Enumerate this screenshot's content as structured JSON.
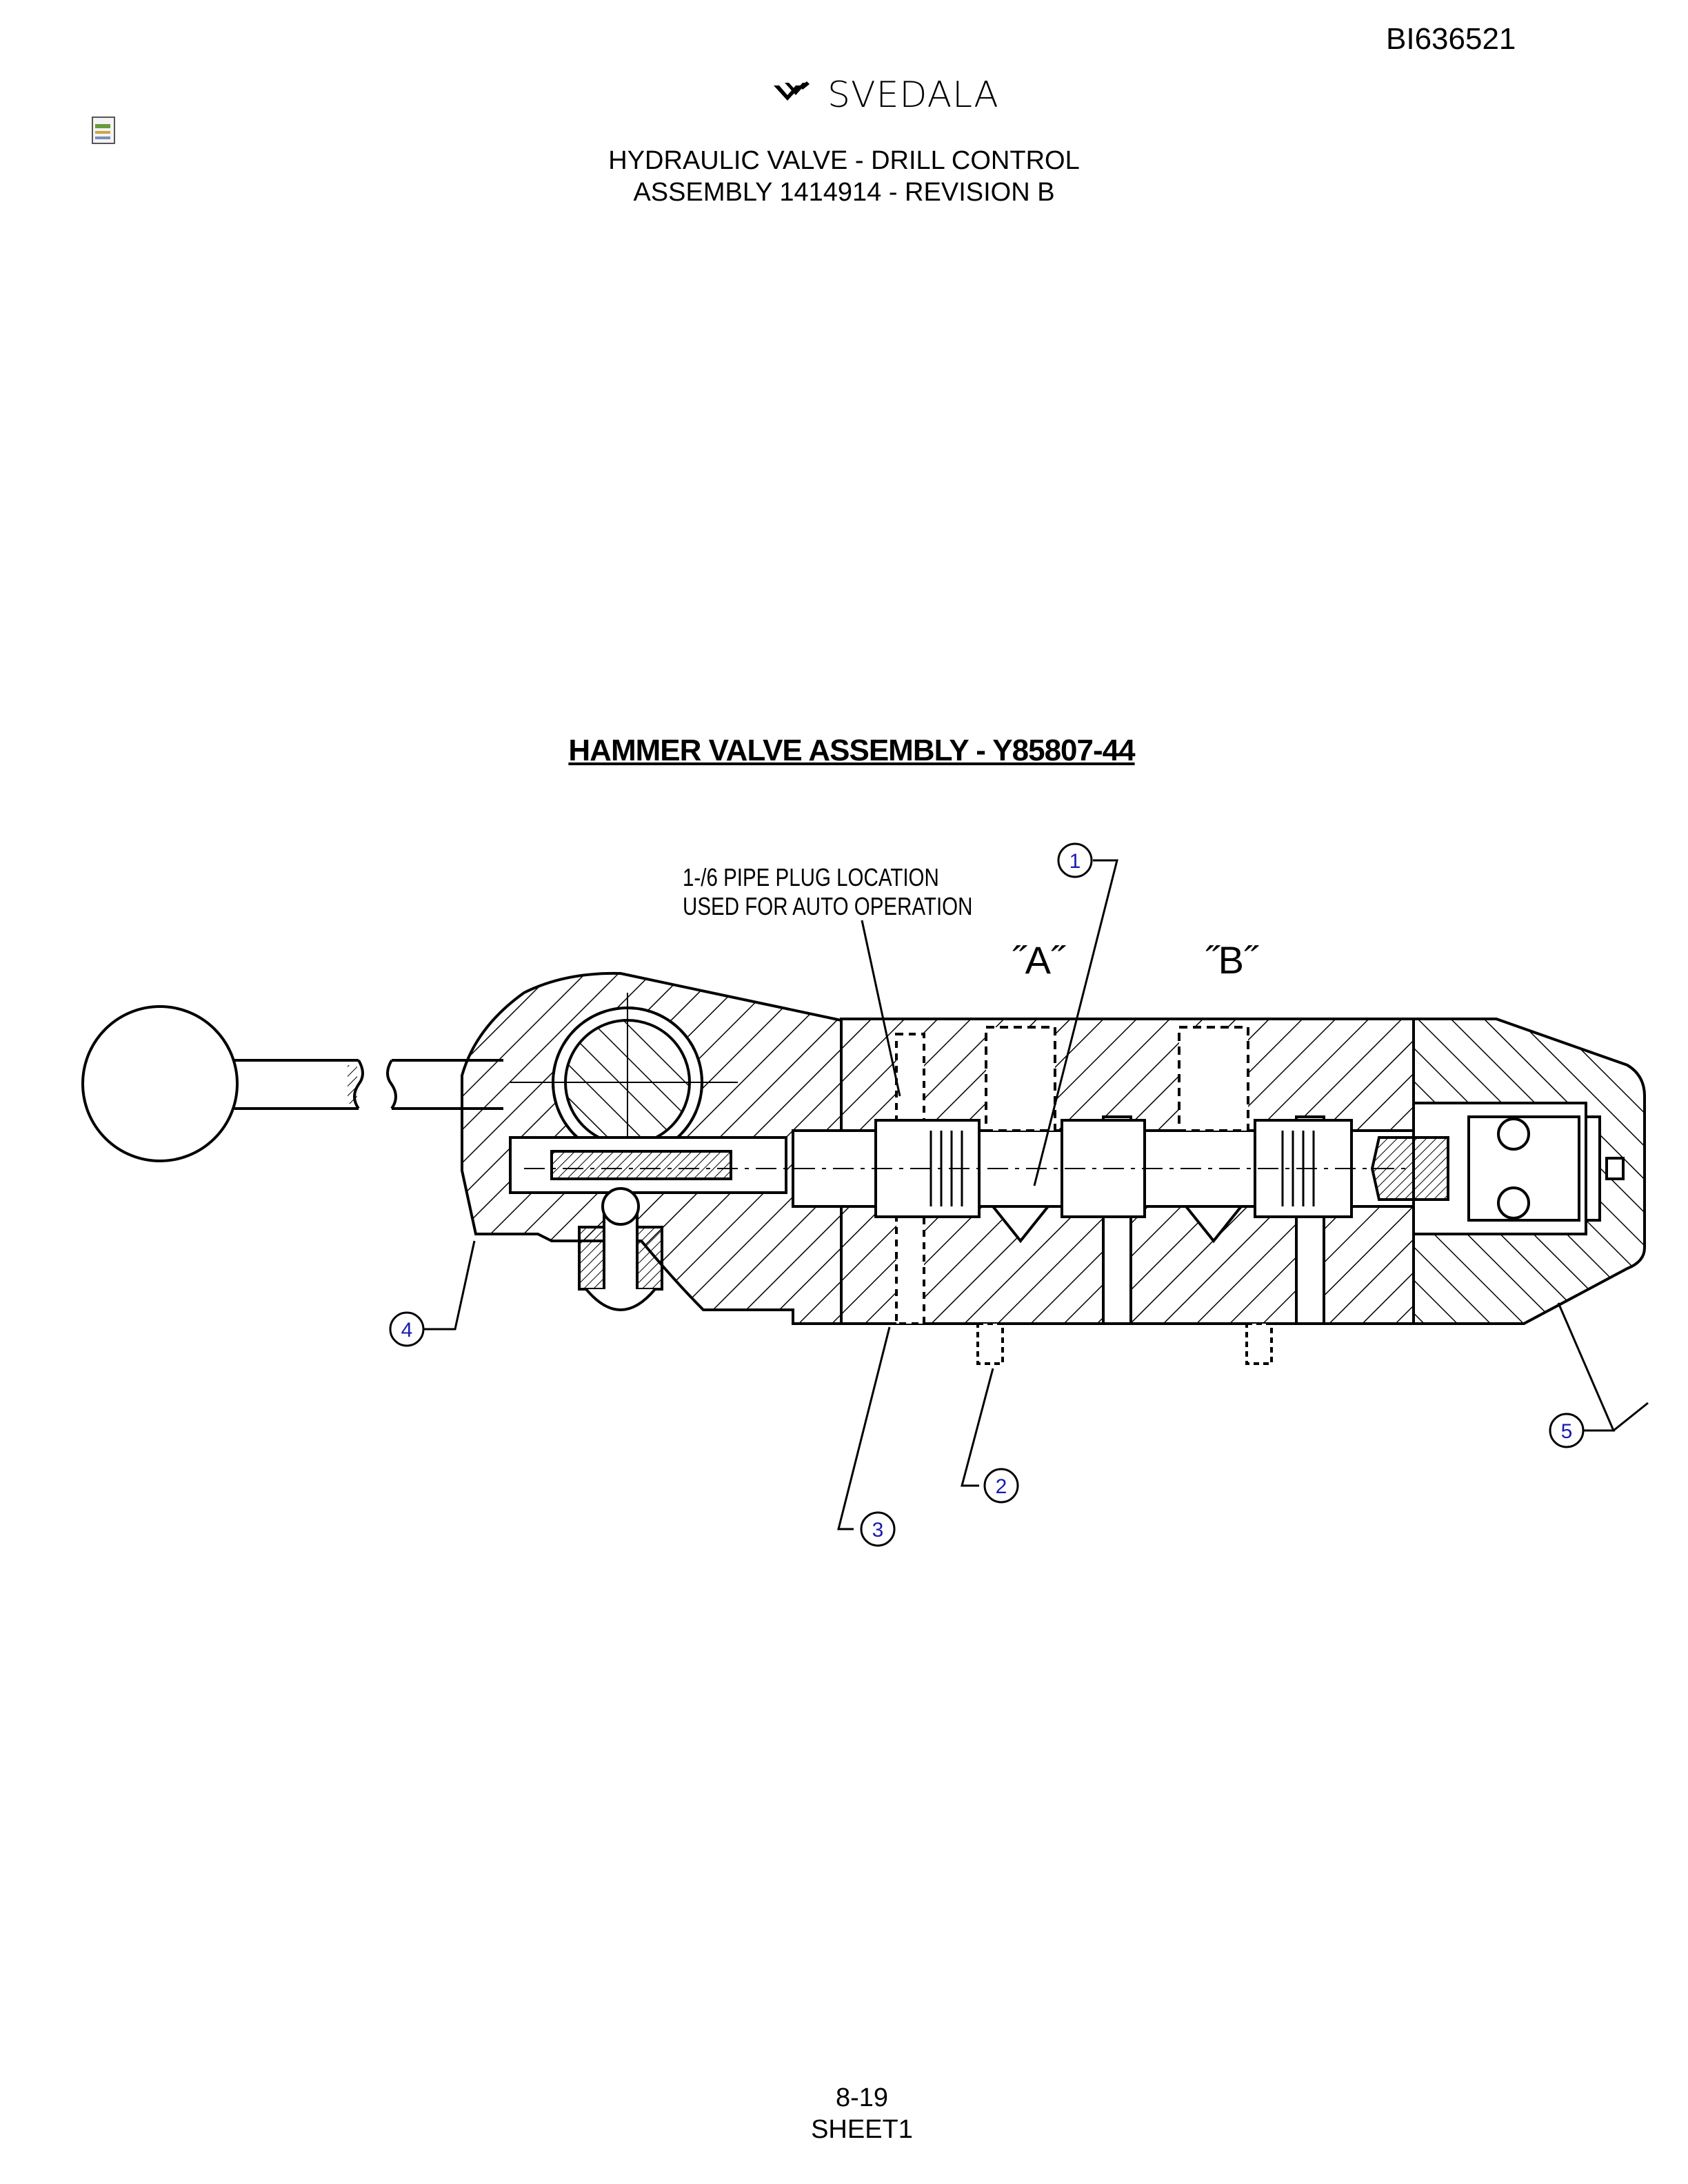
{
  "document": {
    "doc_id": "BI636521",
    "brand": "SVEDALA",
    "title_line1": "HYDRAULIC VALVE - DRILL CONTROL",
    "title_line2": "ASSEMBLY 1414914 - REVISION B"
  },
  "drawing": {
    "subtitle": "HAMMER VALVE ASSEMBLY - Y85807-44",
    "note_line1": "1-/6 PIPE PLUG LOCATION",
    "note_line2": "USED FOR AUTO OPERATION",
    "port_a": "˝A˝",
    "port_b": "˝B˝",
    "callouts": [
      "1",
      "2",
      "3",
      "4",
      "5"
    ]
  },
  "footer": {
    "page": "8-19",
    "sheet": "SHEET1"
  }
}
